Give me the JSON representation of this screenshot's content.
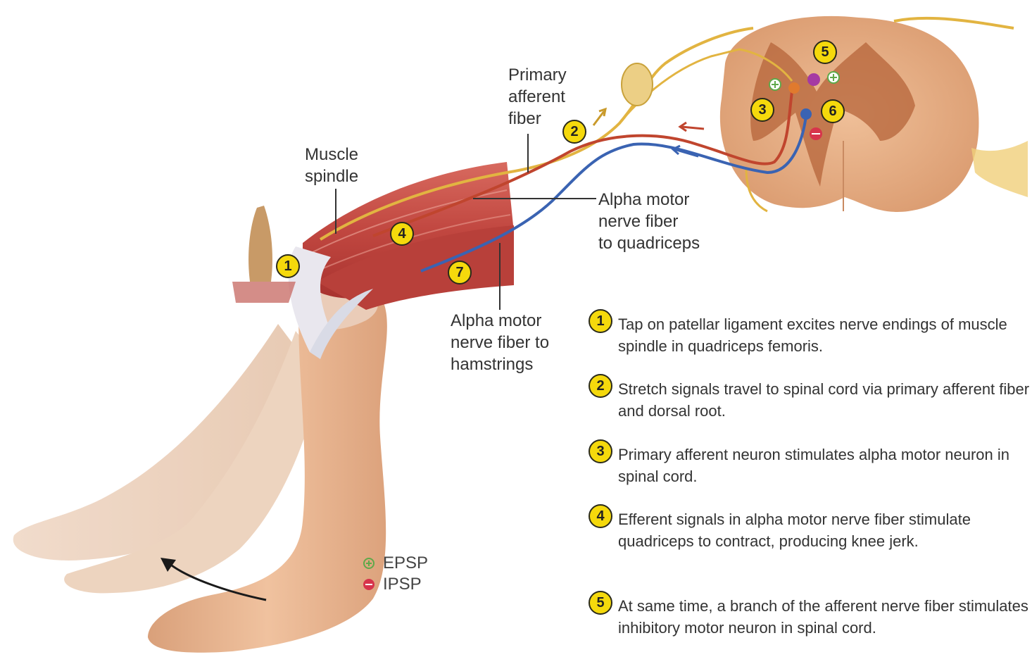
{
  "labels": {
    "primary_afferent": [
      "Primary",
      "afferent",
      "fiber"
    ],
    "muscle_spindle": [
      "Muscle",
      "spindle"
    ],
    "alpha_quad": [
      "Alpha motor",
      "nerve fiber",
      "to quadriceps"
    ],
    "alpha_ham": [
      "Alpha motor",
      "nerve fiber to",
      "hamstrings"
    ]
  },
  "markers": [
    "1",
    "2",
    "3",
    "4",
    "5",
    "6",
    "7"
  ],
  "steps": [
    {
      "num": "1",
      "text": "Tap on patellar ligament excites nerve endings of muscle spindle in quadriceps femoris."
    },
    {
      "num": "2",
      "text": "Stretch signals travel to spinal cord via primary afferent fiber and dorsal root."
    },
    {
      "num": "3",
      "text": "Primary afferent neuron stimulates alpha motor neuron in spinal cord."
    },
    {
      "num": "4",
      "text": "Efferent signals in alpha motor nerve fiber stimulate quadriceps to contract, producing knee jerk."
    },
    {
      "num": "5",
      "text": "At same time, a branch of the afferent nerve fiber stimulates inhibitory motor neuron in spinal cord."
    }
  ],
  "legend": [
    {
      "symbol": "plus",
      "label": "EPSP",
      "color": "#5fa94a"
    },
    {
      "symbol": "minus",
      "label": "IPSP",
      "color": "#d7344b"
    }
  ],
  "colors": {
    "skin": "#e9b791",
    "muscle": "#c94a43",
    "afferent_fiber": "#e2b441",
    "motor_quad_fiber": "#c0452e",
    "motor_ham_fiber": "#3a63b2",
    "cord_gray": "#b96a3f",
    "cord_white": "#eab48a",
    "marker": "#f5d90c"
  }
}
